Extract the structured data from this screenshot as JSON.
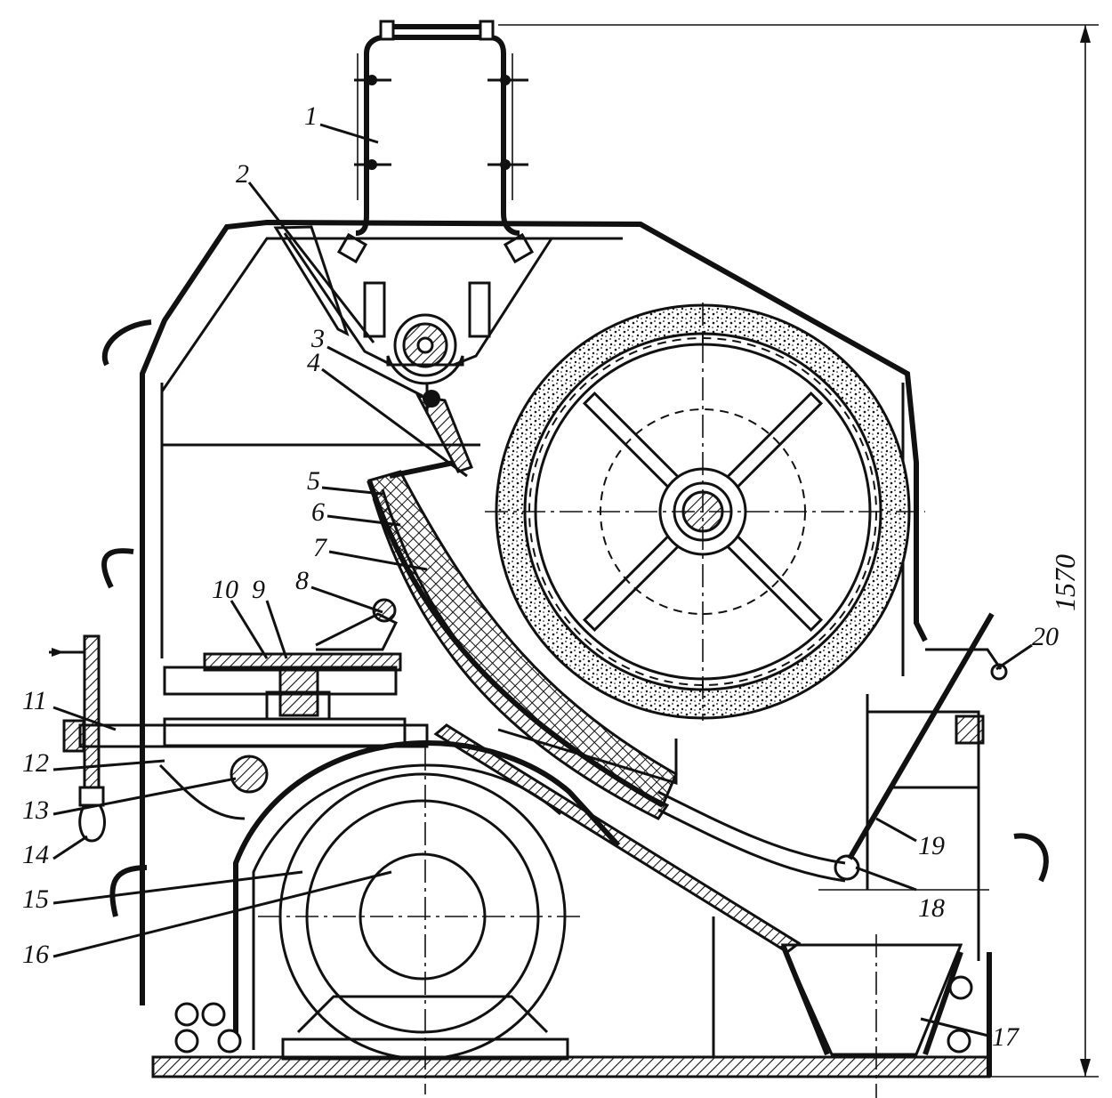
{
  "diagram": {
    "dimension": "1570",
    "labels": [
      {
        "id": "1",
        "text": "1"
      },
      {
        "id": "2",
        "text": "2"
      },
      {
        "id": "3",
        "text": "3"
      },
      {
        "id": "4",
        "text": "4"
      },
      {
        "id": "5",
        "text": "5"
      },
      {
        "id": "6",
        "text": "6"
      },
      {
        "id": "7",
        "text": "7"
      },
      {
        "id": "8",
        "text": "8"
      },
      {
        "id": "9",
        "text": "9"
      },
      {
        "id": "10",
        "text": "10"
      },
      {
        "id": "11",
        "text": "11"
      },
      {
        "id": "12",
        "text": "12"
      },
      {
        "id": "13",
        "text": "13"
      },
      {
        "id": "14",
        "text": "14"
      },
      {
        "id": "15",
        "text": "15"
      },
      {
        "id": "16",
        "text": "16"
      },
      {
        "id": "17",
        "text": "17"
      },
      {
        "id": "18",
        "text": "18"
      },
      {
        "id": "19",
        "text": "19"
      },
      {
        "id": "20",
        "text": "20"
      }
    ]
  }
}
